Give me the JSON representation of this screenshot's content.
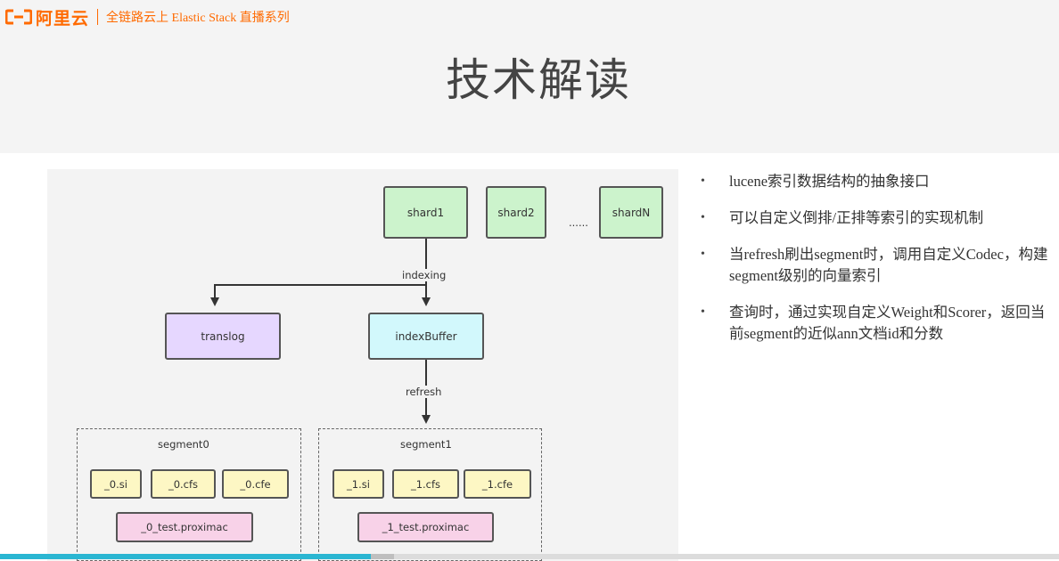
{
  "header": {
    "brand_name": "阿里云",
    "subtitle": "全链路云上 Elastic Stack 直播系列",
    "title": "技术解读",
    "accent_color": "#ff6a00"
  },
  "diagram": {
    "shards": [
      "shard1",
      "shard2",
      "shardN"
    ],
    "ellipsis": "......",
    "edge_indexing": "indexing",
    "translog": "translog",
    "index_buffer": "indexBuffer",
    "edge_refresh": "refresh",
    "segments": [
      {
        "name": "segment0",
        "files": [
          "_0.si",
          "_0.cfs",
          "_0.cfe"
        ],
        "proximac": "_0_test.proximac"
      },
      {
        "name": "segment1",
        "files": [
          "_1.si",
          "_1.cfs",
          "_1.cfe"
        ],
        "proximac": "_1_test.proximac"
      }
    ]
  },
  "bullets": [
    "lucene索引数据结构的抽象接口",
    "可以自定义倒排/正排等索引的实现机制",
    "当refresh刷出segment时，调用自定义Codec，构建segment级别的向量索引",
    "查询时，通过实现自定义Weight和Scorer，返回当前segment的近似ann文档id和分数"
  ],
  "playback": {
    "progress": 0.35,
    "fill_color": "#2ab6d2"
  }
}
